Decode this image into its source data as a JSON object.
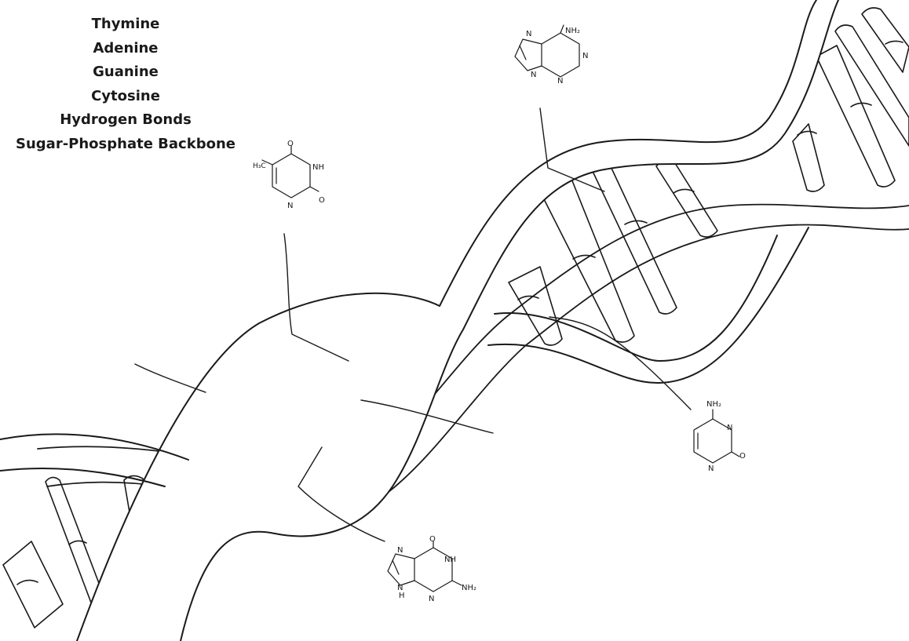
{
  "legend": {
    "items": [
      "Thymine",
      "Adenine",
      "Guanine",
      "Cytosine",
      "Hydrogen Bonds",
      "Sugar-Phosphate Backbone"
    ]
  },
  "molecules": {
    "thymine": {
      "methyl": "H₃C",
      "o_top": "O",
      "nh": "NH",
      "n": "N",
      "o_right": "O"
    },
    "adenine": {
      "nh2": "NH₂",
      "n1": "N",
      "n2": "N",
      "n3": "N",
      "n4": "N"
    },
    "cytosine": {
      "nh2": "NH₂",
      "n1": "N",
      "n2": "N",
      "o": "O"
    },
    "guanine": {
      "o": "O",
      "n1": "N",
      "nh": "NH",
      "n2": "N",
      "n3": "N",
      "h": "H",
      "nh2": "NH₂"
    }
  }
}
